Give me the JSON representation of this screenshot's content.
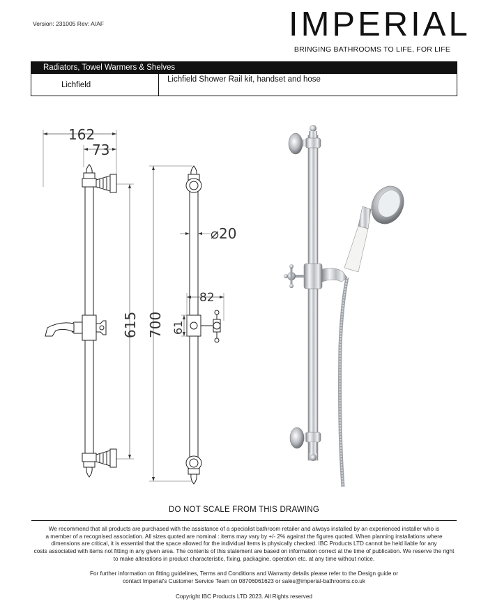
{
  "header": {
    "version": "Version: 231005 Rev: A/AF",
    "brand_name": "IMPERIAL",
    "brand_tagline": "BRINGING BATHROOMS TO LIFE, FOR LIFE"
  },
  "product": {
    "category": "Radiators, Towel Warmers & Shelves",
    "range": "Lichfield",
    "description": "Lichfield Shower Rail kit, handset and hose"
  },
  "drawing": {
    "dimensions": {
      "overall_width": "162",
      "bracket_depth": "73",
      "bracket_centres": "615",
      "rail_length": "700",
      "rail_diameter": "⌀20",
      "slider_width": "82",
      "slider_height": "61"
    }
  },
  "footer": {
    "no_scale": "DO NOT SCALE FROM THIS DRAWING",
    "disclaimer_lines": [
      "We recommend that all products are purchased with the assistance of a specialist bathroom retailer and always installed by an experienced installer who is",
      "a member of a recognised association. All sizes quoted are nominal : items may vary by +/- 2% against the figures quoted. When planning installations where",
      "dimensions are critical, it is essential that the space allowed for the individual items is physically checked. IBC Products LTD cannot be held liable for any",
      "costs associated with items not fitting in any given area. The contents of this statement are based on information correct at the time of publication. We reserve the right",
      "to make alterations in product characteristic, fixing, packagine, operation etc. at any time without notice."
    ],
    "further_lines": [
      "For further information on fitting guidelines, Terms and Conditions and Warranty details please refer to the Design guide or",
      "contact Imperial's Customer Service Team on 08706061623 or sales@imperial-bathrooms.co.uk"
    ],
    "copyright": "Copyright IBC Products LTD 2023. All Rights reserved"
  }
}
